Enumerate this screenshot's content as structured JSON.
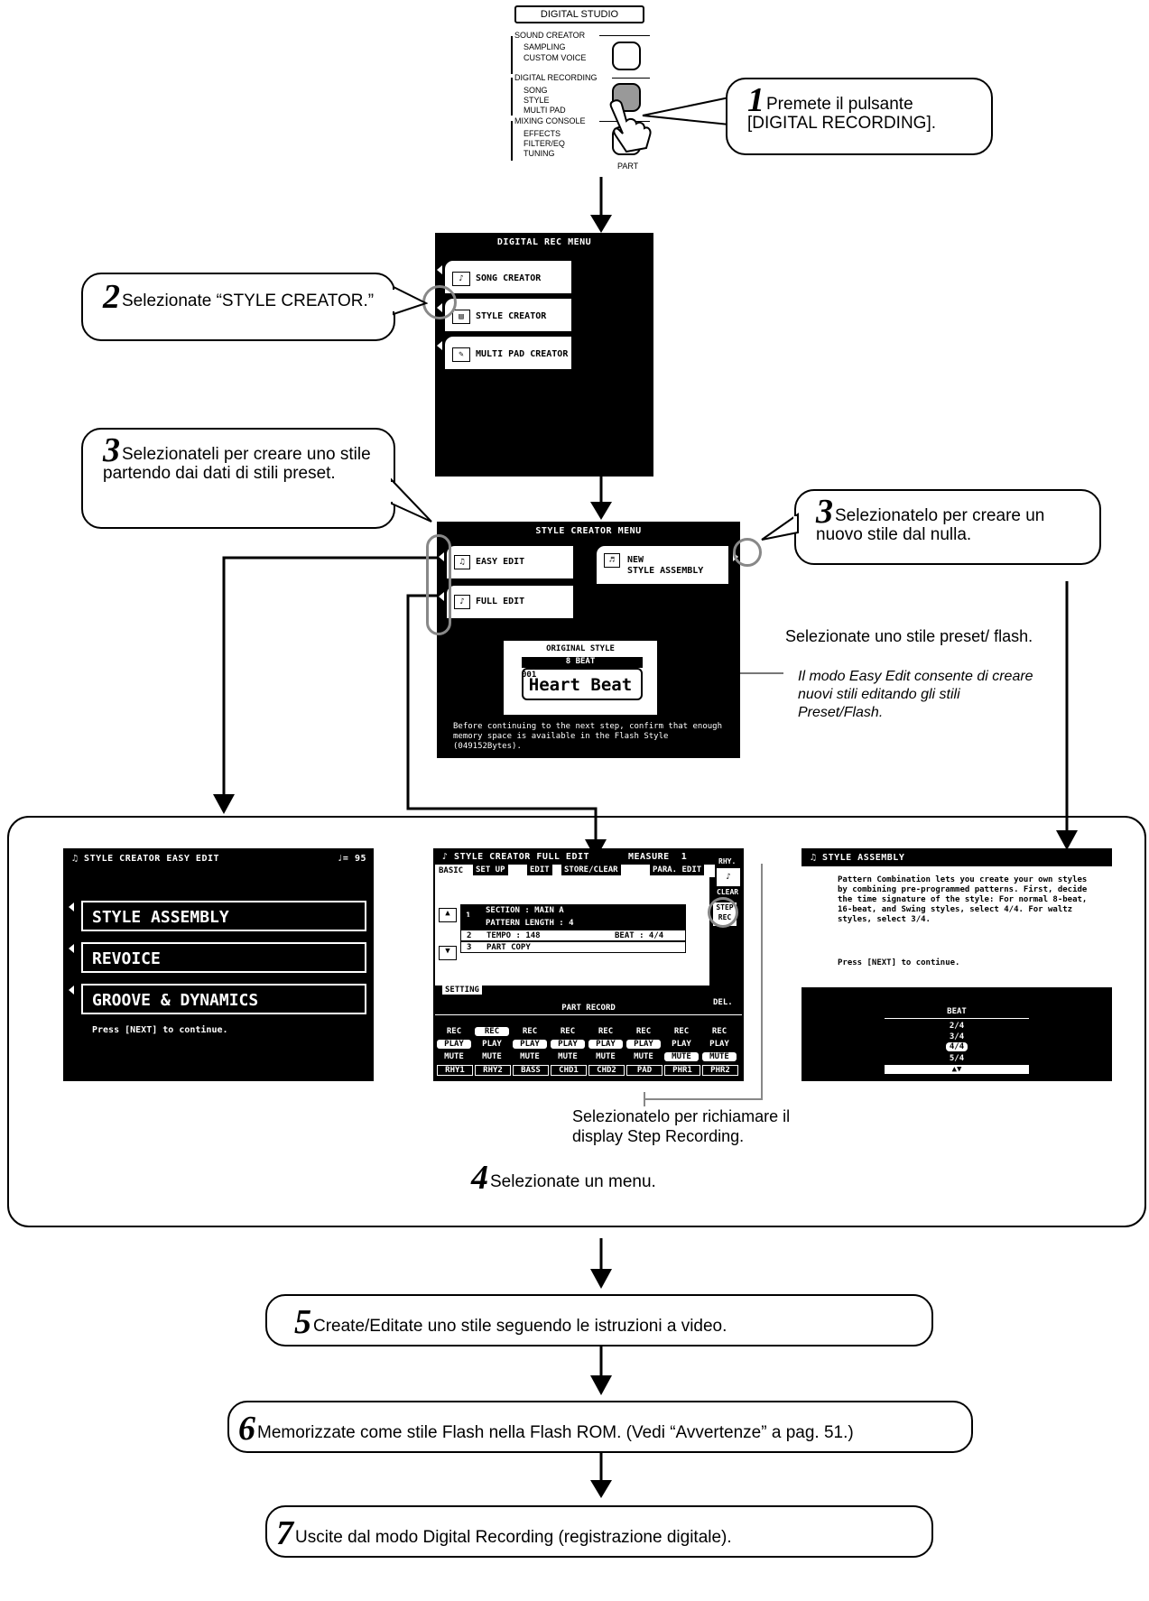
{
  "panel": {
    "header": "DIGITAL STUDIO",
    "group1_title": "SOUND CREATOR",
    "group1_items": [
      "SAMPLING",
      "CUSTOM VOICE"
    ],
    "group2_title": "DIGITAL RECORDING",
    "group2_items": [
      "SONG",
      "STYLE",
      "MULTI PAD"
    ],
    "group3_title": "MIXING CONSOLE",
    "group3_items": [
      "EFFECTS",
      "FILTER/EQ",
      "TUNING"
    ],
    "part_label": "PART"
  },
  "steps": {
    "s1_num": "1",
    "s1_text": "Premete il pulsante [DIGITAL RECORDING].",
    "s2_num": "2",
    "s2_text": "Selezionate “STYLE CREATOR.”",
    "s3a_num": "3",
    "s3a_text": "Selezionateli per creare uno stile partendo dai dati di stili preset.",
    "s3b_num": "3",
    "s3b_text": "Selezionatelo per creare un nuovo stile dal nulla.",
    "s4_num": "4",
    "s4_text": "Selezionate un menu.",
    "s5_num": "5",
    "s5_text": "Create/Editate uno stile seguendo le istruzioni a video.",
    "s6_num": "6",
    "s6_text": "Memorizzate come stile Flash nella Flash ROM. (Vedi “Avvertenze” a pag. 51.)",
    "s7_num": "7",
    "s7_text": "Uscite dal modo Digital Recording (registrazione digitale)."
  },
  "notes": {
    "preset_title": "Selezionate uno stile preset/ flash.",
    "preset_italic": "Il modo Easy Edit consente di creare nuovi stili editando gli stili Preset/Flash.",
    "step_rec_note": "Selezionatelo per richiamare il display Step Recording."
  },
  "digital_rec_menu": {
    "title": "DIGITAL REC MENU",
    "items": [
      "SONG CREATOR",
      "STYLE CREATOR",
      "MULTI PAD CREATOR"
    ]
  },
  "style_creator_menu": {
    "title": "STYLE CREATOR MENU",
    "easy_edit": "EASY EDIT",
    "full_edit": "FULL EDIT",
    "new_line1": "NEW",
    "new_line2": "STYLE ASSEMBLY",
    "orig_label": "ORIGINAL STYLE",
    "orig_category": "8 BEAT",
    "orig_number": "001",
    "orig_name": "Heart Beat",
    "footer": "Before continuing to the next step, confirm that enough memory space is available in the Flash Style (049152Bytes)."
  },
  "easy_edit_screen": {
    "title": "STYLE CREATOR EASY EDIT",
    "tempo": "♩= 95",
    "items": [
      "STYLE ASSEMBLY",
      "REVOICE",
      "GROOVE & DYNAMICS"
    ],
    "footer": "Press [NEXT] to continue."
  },
  "full_edit_screen": {
    "title": "STYLE CREATOR FULL EDIT",
    "measure_label": "MEASURE",
    "measure_value": "1",
    "rhy": "RHY.",
    "clear": "CLEAR",
    "tabs": [
      "BASIC",
      "SET UP",
      "EDIT",
      "STORE/CLEAR",
      "PARA. EDIT"
    ],
    "rows": [
      {
        "n": "1",
        "text": "SECTION : MAIN A"
      },
      {
        "n": "",
        "text": "PATTERN LENGTH : 4"
      },
      {
        "n": "2",
        "text": "TEMPO : 148",
        "extra": "BEAT : 4/4"
      },
      {
        "n": "3",
        "text": "PART COPY"
      }
    ],
    "step": "STEP",
    "rec": "REC",
    "setting": "SETTING",
    "del": "DEL.",
    "part_record": "PART RECORD",
    "rec_row": [
      "REC",
      "REC",
      "REC",
      "REC",
      "REC",
      "REC",
      "REC",
      "REC"
    ],
    "play_row": [
      "PLAY",
      "PLAY",
      "PLAY",
      "PLAY",
      "PLAY",
      "PLAY",
      "PLAY",
      "PLAY"
    ],
    "mute_row": [
      "MUTE",
      "MUTE",
      "MUTE",
      "MUTE",
      "MUTE",
      "MUTE",
      "MUTE",
      "MUTE"
    ],
    "parts": [
      "RHY1",
      "RHY2",
      "BASS",
      "CHD1",
      "CHD2",
      "PAD",
      "PHR1",
      "PHR2"
    ]
  },
  "assembly_screen": {
    "title": "STYLE ASSEMBLY",
    "body": "Pattern Combination lets you create your own styles by combining pre-programmed patterns. First, decide the time signature of the style: For normal 8-beat, 16-beat, and Swing styles, select 4/4. For waltz styles, select 3/4.",
    "press": "Press [NEXT] to continue.",
    "beat_label": "BEAT",
    "beats": [
      "2/4",
      "3/4",
      "4/4",
      "5/4"
    ],
    "scroll": "▲▼"
  }
}
